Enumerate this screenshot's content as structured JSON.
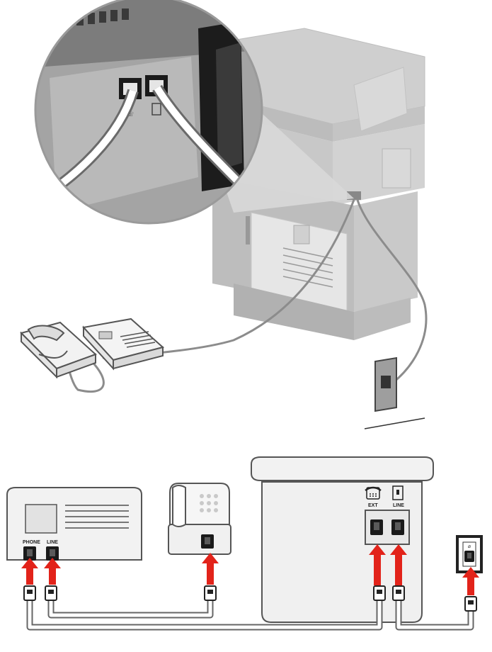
{
  "labels": {
    "printer_port_ext": "EXT",
    "printer_port_line": "LINE",
    "answering_machine_port_phone": "PHONE",
    "answering_machine_port_line": "LINE"
  },
  "icons": {
    "ext_port": "telephone-handset-icon",
    "line_port": "wall-jack-icon",
    "connection_arrows": "arrow-up-icon"
  },
  "colors": {
    "arrow": "#e2231a",
    "cable": "#999999",
    "device_body": "#efefef",
    "device_outline": "#666666"
  }
}
